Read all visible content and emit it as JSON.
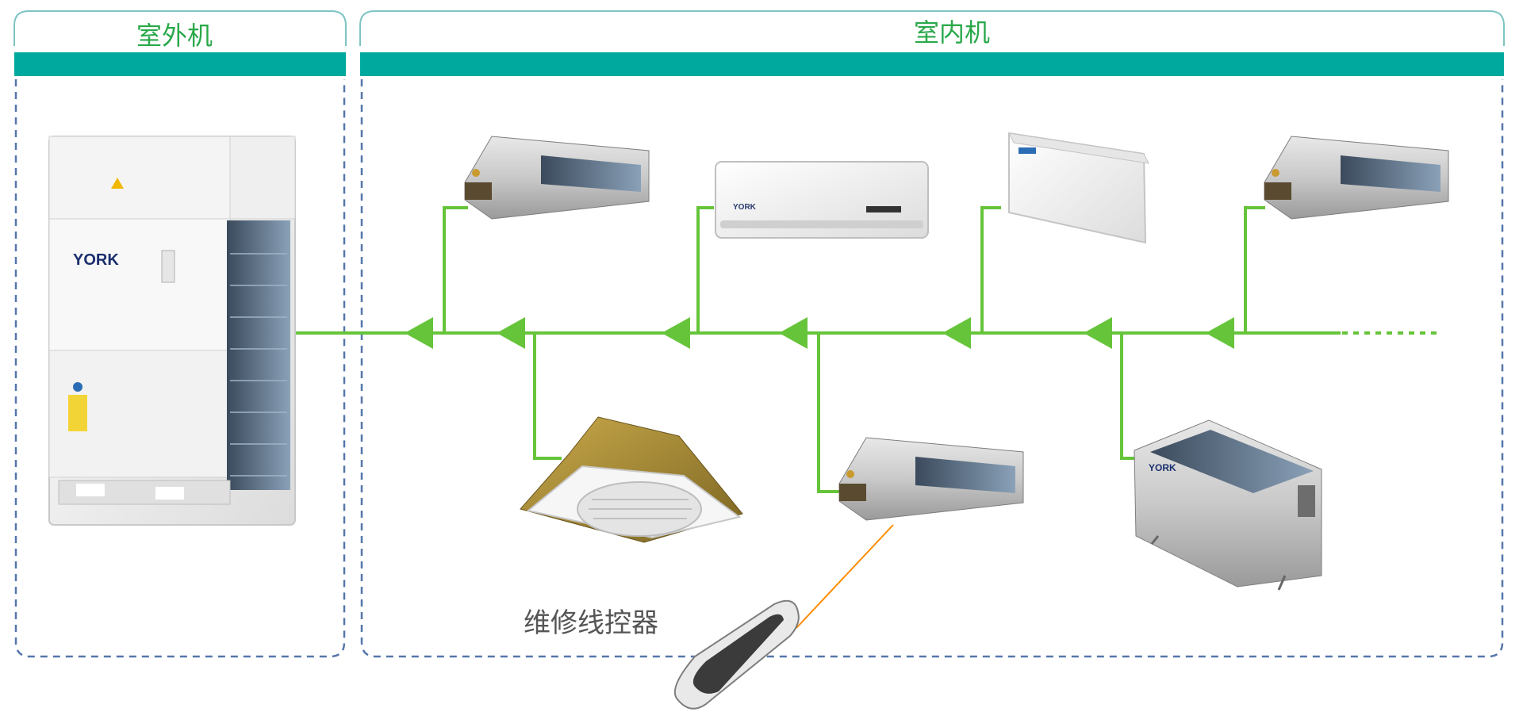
{
  "outdoor_panel": {
    "title": "室外机"
  },
  "indoor_panel": {
    "title": "室内机"
  },
  "brand": {
    "name": "YORK"
  },
  "caption": {
    "remote_label": "维修线控器"
  },
  "colors": {
    "panel_header": "#00a99d",
    "frame_border": "#7fc4c4",
    "dashed_border": "#5577aa",
    "pipe": "#66c43a",
    "title_text": "#2aa84a",
    "remote_cable": "#ff8c00"
  },
  "units": [
    {
      "kind": "outdoor-unit",
      "icon": "outdoor-unit-icon"
    },
    {
      "kind": "duct-unit",
      "icon": "duct-unit-icon"
    },
    {
      "kind": "wall-mounted-unit",
      "icon": "wall-mounted-unit-icon"
    },
    {
      "kind": "floor-ceiling-unit",
      "icon": "floor-ceiling-unit-icon"
    },
    {
      "kind": "duct-unit",
      "icon": "duct-unit-icon"
    },
    {
      "kind": "cassette-unit",
      "icon": "cassette-unit-icon"
    },
    {
      "kind": "duct-unit",
      "icon": "duct-unit-icon"
    },
    {
      "kind": "floor-standing-unit",
      "icon": "floor-standing-unit-icon"
    },
    {
      "kind": "wired-remote-controller",
      "icon": "wired-remote-icon"
    }
  ]
}
